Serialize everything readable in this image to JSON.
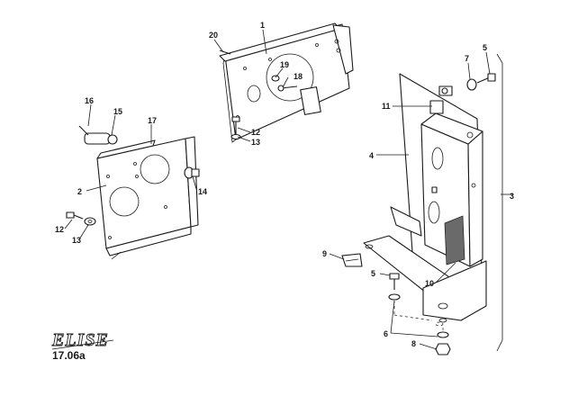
{
  "diagram": {
    "logo_text": "ELISE",
    "figure_ref": "17.06a",
    "callouts": [
      "1",
      "2",
      "3",
      "4",
      "5",
      "5",
      "6",
      "7",
      "8",
      "9",
      "10",
      "11",
      "12",
      "12",
      "13",
      "13",
      "14",
      "15",
      "16",
      "17",
      "18",
      "19",
      "20"
    ]
  }
}
